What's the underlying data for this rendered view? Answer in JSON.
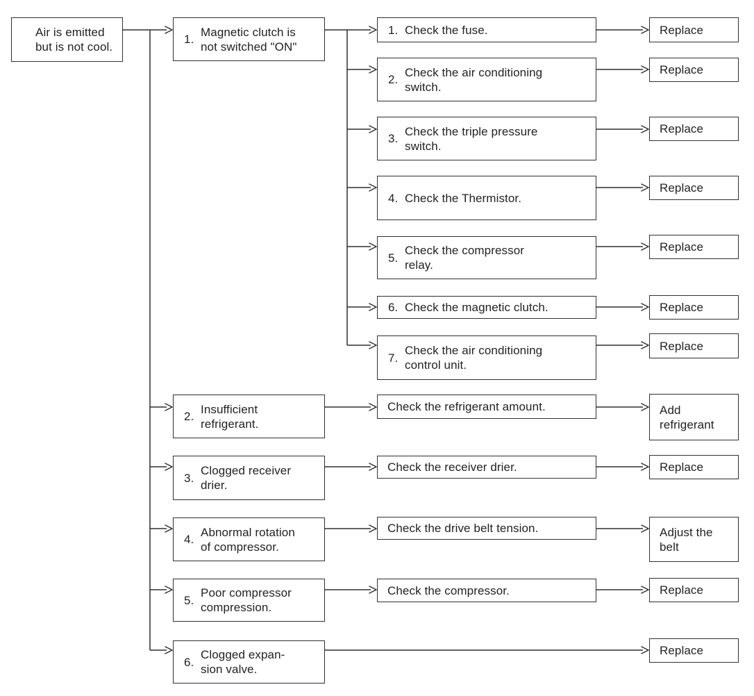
{
  "flowchart": {
    "ink_color": "#2f2f2f",
    "background_color": "#ffffff",
    "symptom": {
      "text": "Air is emitted\nbut is not cool."
    },
    "causes": [
      {
        "num": "1.",
        "text": "Magnetic clutch is\nnot switched \"ON\""
      },
      {
        "num": "2.",
        "text": "Insufficient\nrefrigerant."
      },
      {
        "num": "3.",
        "text": "Clogged receiver\ndrier."
      },
      {
        "num": "4.",
        "text": "Abnormal rotation\nof compressor."
      },
      {
        "num": "5.",
        "text": "Poor compressor\ncompression."
      },
      {
        "num": "6.",
        "text": "Clogged expan-\nsion valve."
      }
    ],
    "checks": [
      {
        "num": "1.",
        "text": "Check the fuse."
      },
      {
        "num": "2.",
        "text": "Check the air conditioning\nswitch."
      },
      {
        "num": "3.",
        "text": "Check the triple pressure\nswitch."
      },
      {
        "num": "4.",
        "text": "Check the Thermistor."
      },
      {
        "num": "5.",
        "text": "Check the compressor\nrelay."
      },
      {
        "num": "6.",
        "text": "Check the magnetic clutch."
      },
      {
        "num": "7.",
        "text": "Check the air conditioning\ncontrol unit."
      },
      {
        "text": "Check the refrigerant amount."
      },
      {
        "text": "Check the receiver drier."
      },
      {
        "text": "Check the drive belt tension."
      },
      {
        "text": "Check the compressor."
      }
    ],
    "remedies": [
      {
        "text": "Replace"
      },
      {
        "text": "Replace"
      },
      {
        "text": "Replace"
      },
      {
        "text": "Replace"
      },
      {
        "text": "Replace"
      },
      {
        "text": "Replace"
      },
      {
        "text": "Replace"
      },
      {
        "text": "Add\nrefrigerant"
      },
      {
        "text": "Replace"
      },
      {
        "text": "Adjust the\nbelt"
      },
      {
        "text": "Replace"
      },
      {
        "text": "Replace"
      }
    ]
  }
}
